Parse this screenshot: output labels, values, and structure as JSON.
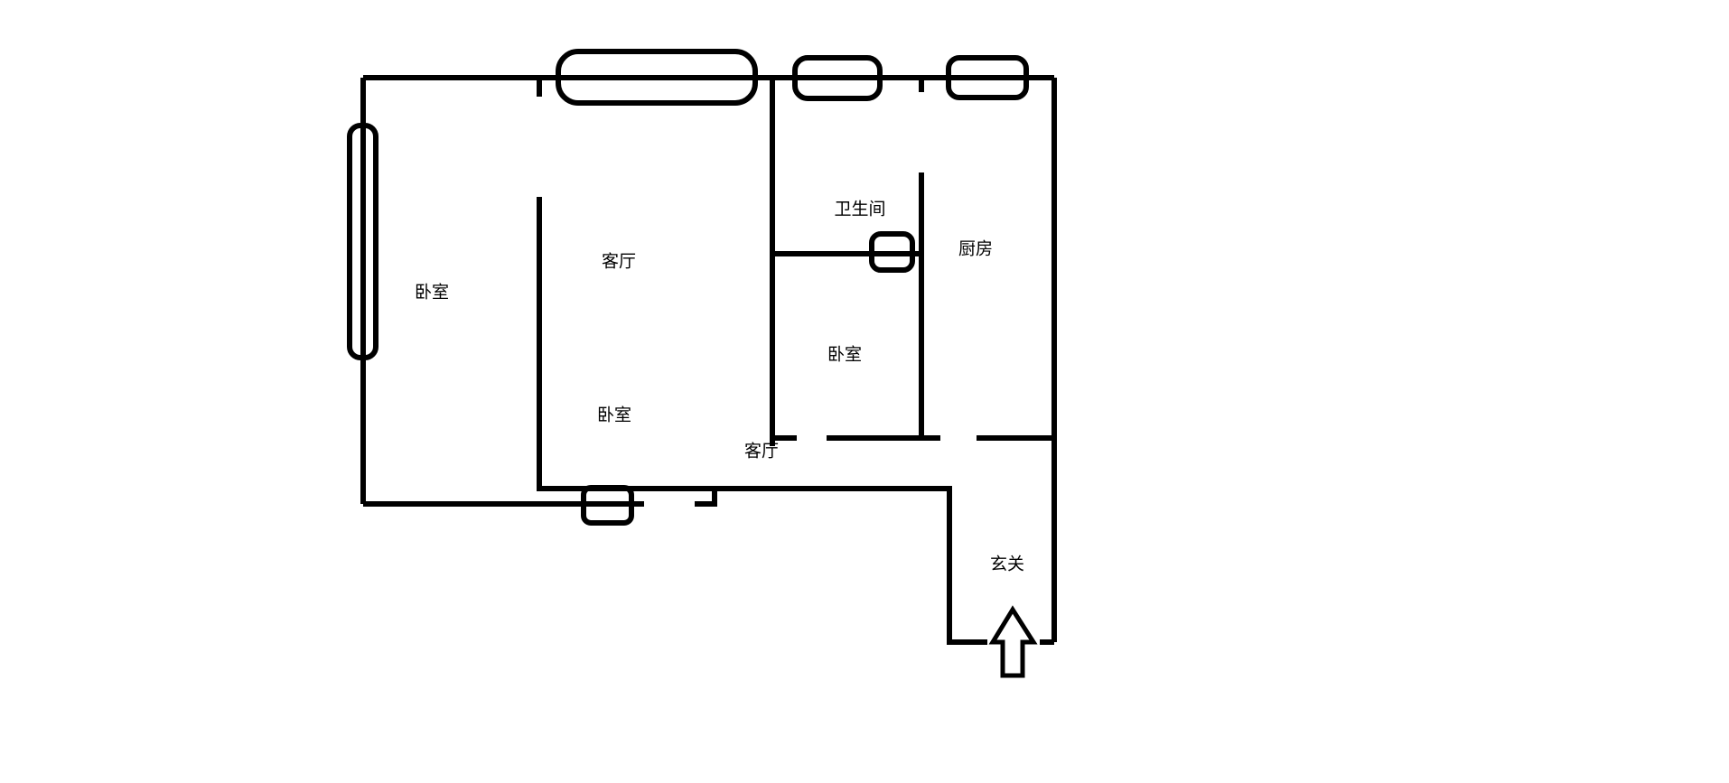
{
  "floorplan": {
    "rooms": {
      "bedroom_west": "卧室",
      "living_room_north": "客厅",
      "bathroom": "卫生间",
      "kitchen": "厨房",
      "bedroom_middle": "卧室",
      "bedroom_south": "卧室",
      "living_room_south": "客厅",
      "entrance": "玄关"
    },
    "colors": {
      "wall": "#000000",
      "background": "#ffffff"
    }
  }
}
